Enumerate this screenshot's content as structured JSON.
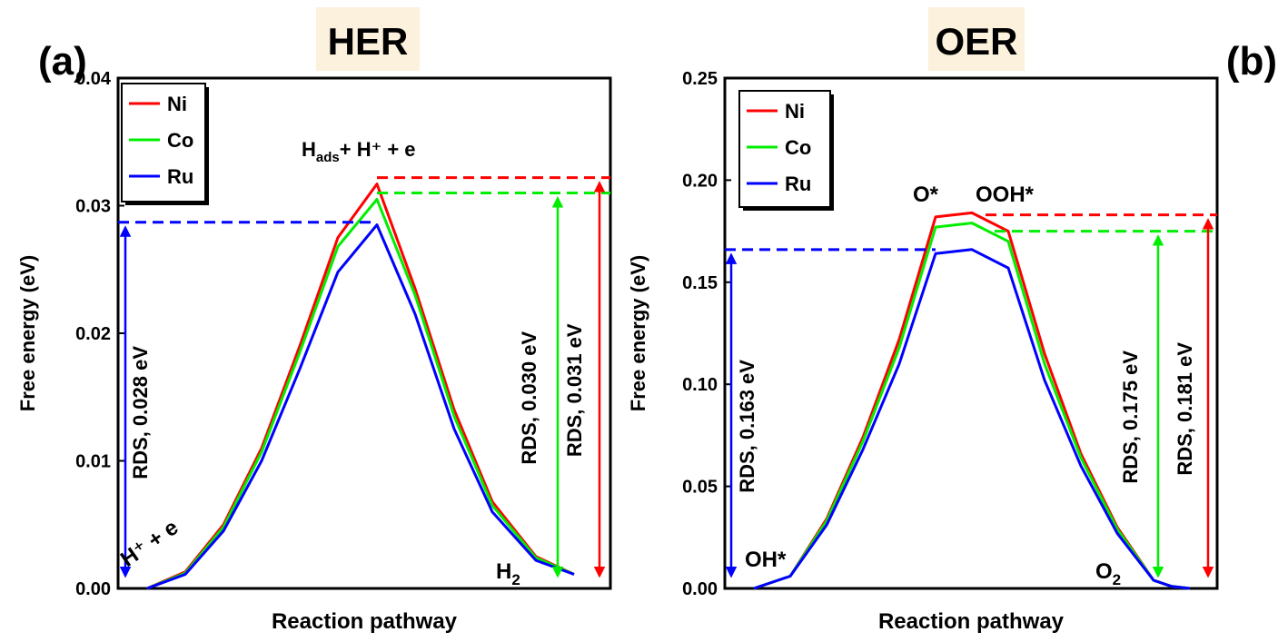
{
  "chart_data": [
    {
      "type": "line",
      "panel_label": "(a)",
      "title": "HER",
      "xlabel": "Reaction pathway",
      "ylabel": "Free energy (eV)",
      "ylim": [
        0,
        0.04
      ],
      "yticks": [
        "0.00",
        "0.01",
        "0.02",
        "0.03",
        "0.04"
      ],
      "legend": {
        "position": "top-left",
        "entries": [
          "Ni",
          "Co",
          "Ru"
        ]
      },
      "colors": {
        "Ni": "#ff0000",
        "Co": "#00ee00",
        "Ru": "#0000ff"
      },
      "x": [
        0,
        1,
        2,
        3,
        4,
        5,
        6,
        7,
        8,
        9,
        10,
        11
      ],
      "series": [
        {
          "name": "Ni",
          "values": [
            0.0,
            0.0013,
            0.005,
            0.011,
            0.019,
            0.0275,
            0.0317,
            0.0235,
            0.014,
            0.0068,
            0.0025,
            0.0011
          ]
        },
        {
          "name": "Co",
          "values": [
            0.0,
            0.0012,
            0.0048,
            0.0107,
            0.0185,
            0.0268,
            0.0305,
            0.023,
            0.0135,
            0.0065,
            0.0024,
            0.0011
          ]
        },
        {
          "name": "Ru",
          "values": [
            0.0,
            0.0011,
            0.0045,
            0.01,
            0.0172,
            0.0248,
            0.0285,
            0.0215,
            0.0125,
            0.006,
            0.0022,
            0.0011
          ]
        }
      ],
      "annotations": {
        "start_label": "H⁺ + e",
        "peak_main": "H",
        "peak_sub": "ads",
        "peak_rest": "+ H⁺ + e",
        "end_main": "H",
        "end_sub": "2"
      },
      "rds": [
        {
          "series": "Ru",
          "label": "RDS, 0.028 eV",
          "value": 0.0287
        },
        {
          "series": "Co",
          "label": "RDS, 0.030 eV",
          "value": 0.031
        },
        {
          "series": "Ni",
          "label": "RDS, 0.031 eV",
          "value": 0.0322
        }
      ]
    },
    {
      "type": "line",
      "panel_label": "(b)",
      "title": "OER",
      "xlabel": "Reaction pathway",
      "ylabel": "Free energy (eV)",
      "ylim": [
        0,
        0.25
      ],
      "yticks": [
        "0.00",
        "0.05",
        "0.10",
        "0.15",
        "0.20",
        "0.25"
      ],
      "legend": {
        "position": "top-left",
        "entries": [
          "Ni",
          "Co",
          "Ru"
        ]
      },
      "colors": {
        "Ni": "#ff0000",
        "Co": "#00ee00",
        "Ru": "#0000ff"
      },
      "x": [
        0,
        1,
        2,
        3,
        4,
        5,
        6,
        7,
        8,
        9,
        10,
        11,
        12,
        13
      ],
      "series": [
        {
          "name": "Ni",
          "values": [
            0.0,
            0.006,
            0.034,
            0.074,
            0.122,
            0.182,
            0.184,
            0.175,
            0.115,
            0.066,
            0.03,
            0.004,
            0.001,
            0.0
          ]
        },
        {
          "name": "Co",
          "values": [
            0.0,
            0.006,
            0.033,
            0.072,
            0.118,
            0.177,
            0.179,
            0.17,
            0.11,
            0.064,
            0.029,
            0.004,
            0.001,
            0.0
          ]
        },
        {
          "name": "Ru",
          "values": [
            0.0,
            0.006,
            0.031,
            0.068,
            0.11,
            0.164,
            0.166,
            0.157,
            0.102,
            0.06,
            0.027,
            0.004,
            0.001,
            0.0
          ]
        }
      ],
      "annotations": {
        "start_label": "OH*",
        "peak_left": "O*",
        "peak_right": "OOH*",
        "end_main": "O",
        "end_sub": "2"
      },
      "rds": [
        {
          "series": "Ru",
          "label": "RDS, 0.163 eV",
          "value": 0.166
        },
        {
          "series": "Co",
          "label": "RDS, 0.175 eV",
          "value": 0.175
        },
        {
          "series": "Ni",
          "label": "RDS, 0.181 eV",
          "value": 0.183
        }
      ]
    }
  ]
}
